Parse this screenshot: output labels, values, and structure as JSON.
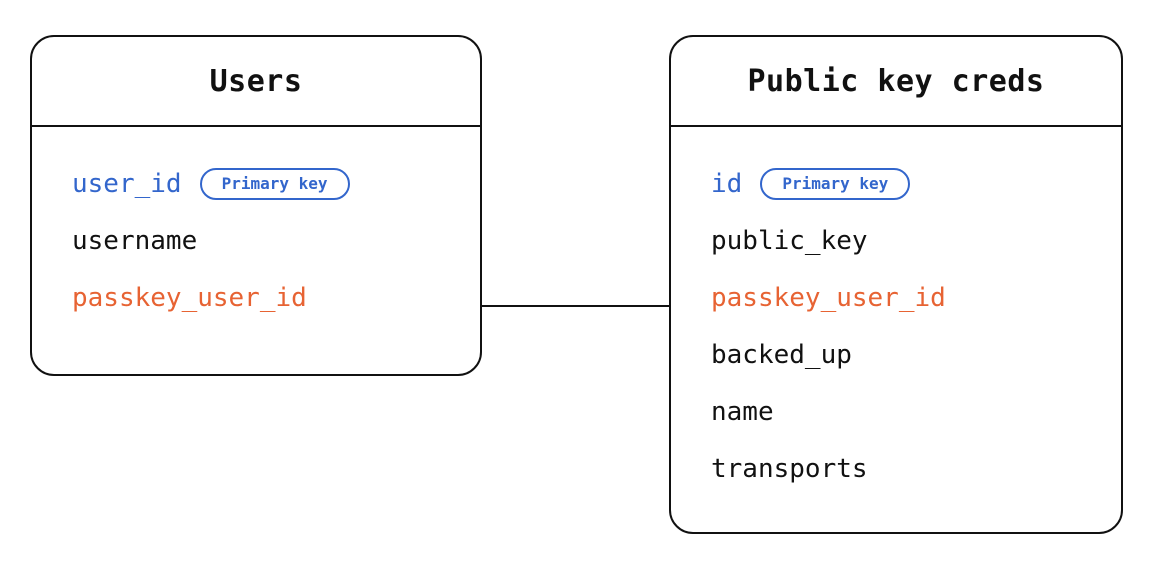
{
  "diagram": {
    "type": "entity-relationship-diagram",
    "background_color": "#ffffff",
    "colors": {
      "border": "#111111",
      "text": "#111111",
      "primary_key": "#3366cc",
      "foreign_key": "#e76333"
    },
    "badge_label": "Primary key",
    "entities": [
      {
        "id": "users",
        "title": "Users",
        "fields": [
          {
            "name": "user_id",
            "role": "primary_key",
            "badge": "Primary key"
          },
          {
            "name": "username",
            "role": "plain",
            "badge": null
          },
          {
            "name": "passkey_user_id",
            "role": "foreign_key",
            "badge": null
          }
        ]
      },
      {
        "id": "public_key_creds",
        "title": "Public key creds",
        "fields": [
          {
            "name": "id",
            "role": "primary_key",
            "badge": "Primary key"
          },
          {
            "name": "public_key",
            "role": "plain",
            "badge": null
          },
          {
            "name": "passkey_user_id",
            "role": "foreign_key",
            "badge": null
          },
          {
            "name": "backed_up",
            "role": "plain",
            "badge": null
          },
          {
            "name": "name",
            "role": "plain",
            "badge": null
          },
          {
            "name": "transports",
            "role": "plain",
            "badge": null
          }
        ]
      }
    ],
    "relationships": [
      {
        "from_entity": "users",
        "from_field": "passkey_user_id",
        "to_entity": "public_key_creds",
        "to_field": "passkey_user_id"
      }
    ]
  }
}
